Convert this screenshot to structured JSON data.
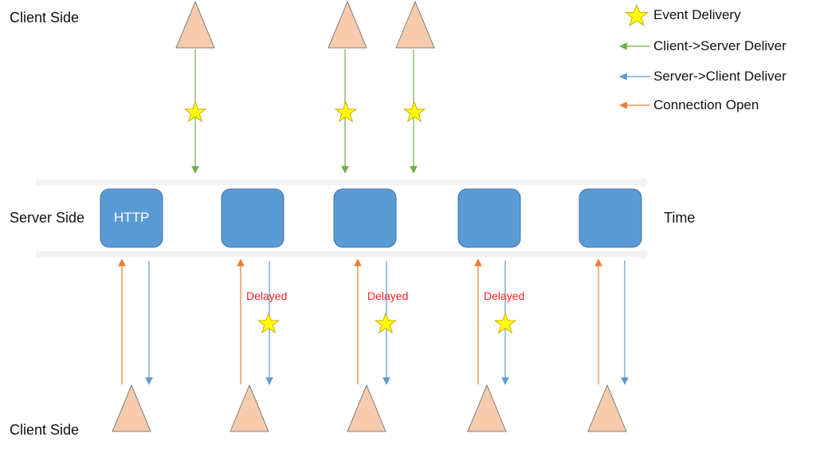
{
  "labels": {
    "client_top": "Client Side",
    "server": "Server Side",
    "client_bottom": "Client Side",
    "time": "Time",
    "http": "HTTP",
    "delayed": "Delayed"
  },
  "legend": [
    {
      "label": "Event Delivery",
      "marker": "star-icon"
    },
    {
      "label": "Client->Server Deliver",
      "marker": "arrow-green"
    },
    {
      "label": "Server->Client Deliver",
      "marker": "arrow-blue"
    },
    {
      "label": "Connection Open",
      "marker": "arrow-orange"
    }
  ],
  "colors": {
    "server_box": "#5b9bd5",
    "server_box_border": "#41719c",
    "client_triangle": "#f8cbad",
    "client_triangle_border": "#7f7f7f",
    "star": "#ffff00",
    "star_border": "#c8a800",
    "green_arrow": "#70ad47",
    "blue_arrow": "#5b9bd5",
    "orange_arrow": "#ed7d31",
    "time_arrow": "#f2f2f2",
    "delayed_text": "#ff2020"
  }
}
